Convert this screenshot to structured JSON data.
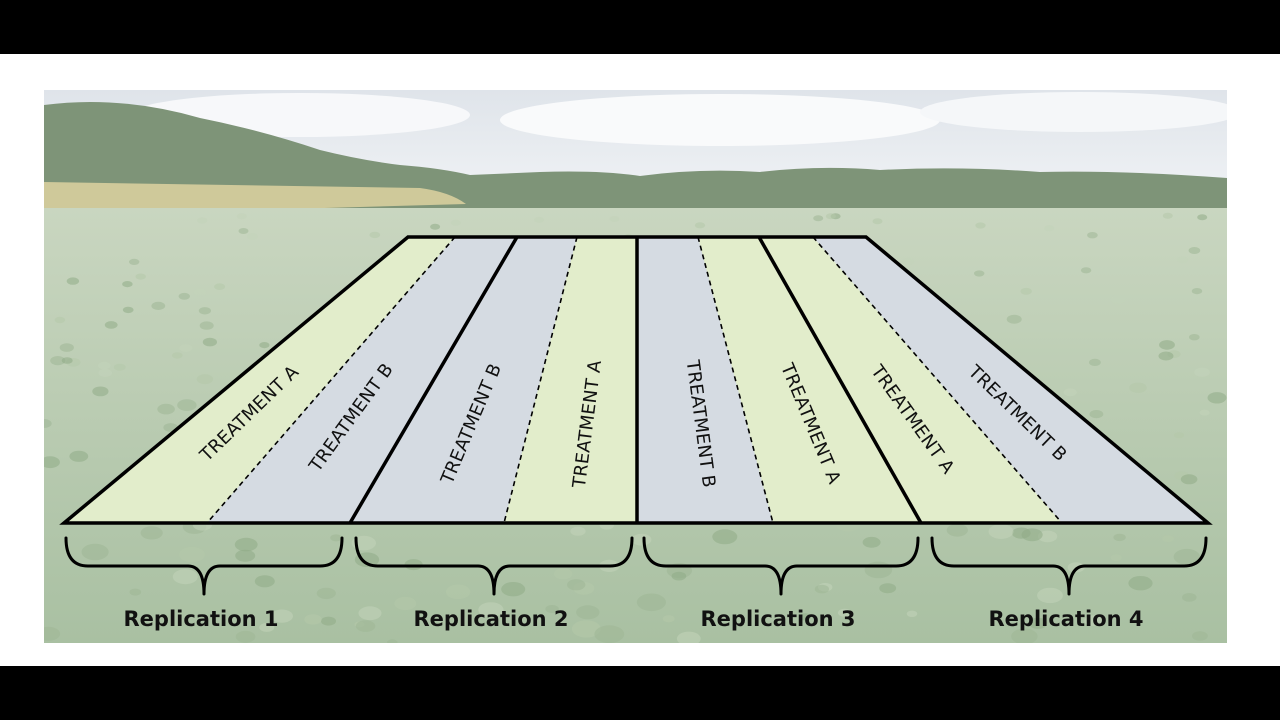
{
  "diagram": {
    "colors": {
      "treatment_a": "#e2edcb",
      "treatment_b": "#d5dbe2",
      "outline": "#000000",
      "sky": "#e9edf1",
      "field": "#b9ccb1"
    },
    "strips": [
      {
        "label": "TREATMENT A",
        "treatment": "A"
      },
      {
        "label": "TREATMENT B",
        "treatment": "B"
      },
      {
        "label": "TREATMENT B",
        "treatment": "B"
      },
      {
        "label": "TREATMENT A",
        "treatment": "A"
      },
      {
        "label": "TREATMENT B",
        "treatment": "B"
      },
      {
        "label": "TREATMENT A",
        "treatment": "A"
      },
      {
        "label": "TREATMENT A",
        "treatment": "A"
      },
      {
        "label": "TREATMENT B",
        "treatment": "B"
      }
    ],
    "replications": [
      {
        "label": "Replication 1"
      },
      {
        "label": "Replication 2"
      },
      {
        "label": "Replication 3"
      },
      {
        "label": "Replication 4"
      }
    ]
  }
}
